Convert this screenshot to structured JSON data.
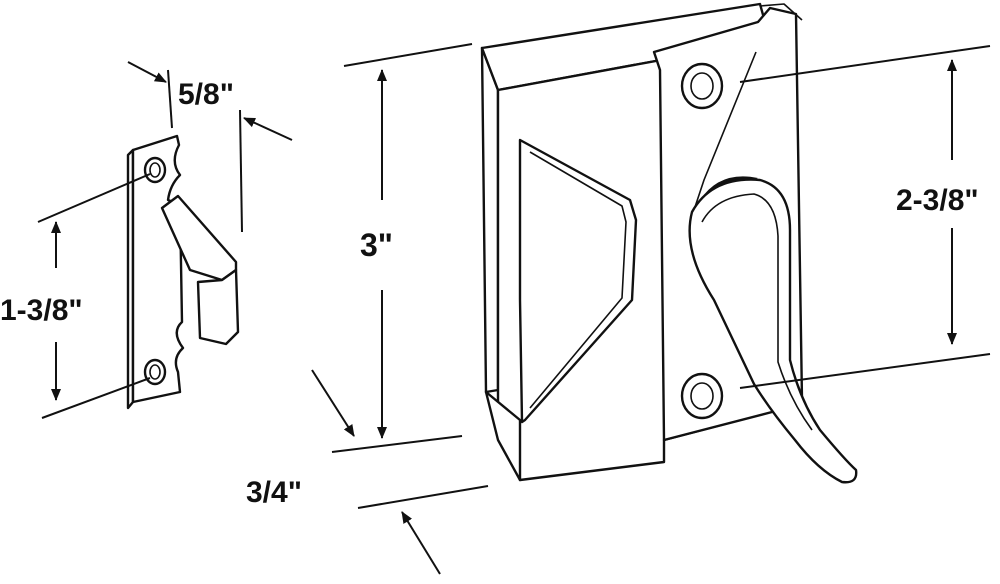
{
  "dimensions": {
    "keeper_width": "5/8\"",
    "keeper_hole_spacing": "1-3/8\"",
    "latch_height": "3\"",
    "latch_hole_spacing": "2-3/8\"",
    "latch_depth": "3/4\""
  }
}
